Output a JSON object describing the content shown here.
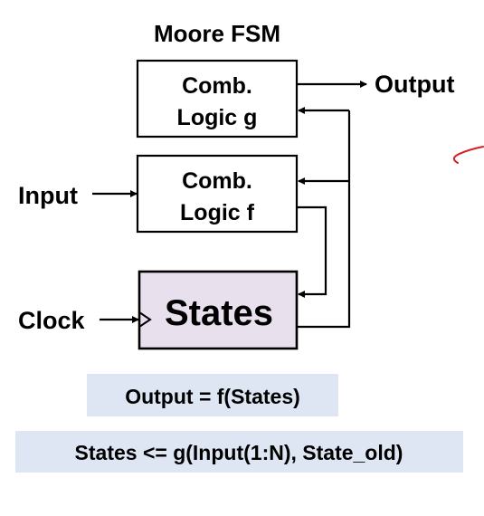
{
  "title": "Moore FSM",
  "blocks": {
    "logic_g": {
      "line1": "Comb.",
      "line2": "Logic g"
    },
    "logic_f": {
      "line1": "Comb.",
      "line2": "Logic f"
    },
    "states": {
      "label": "States"
    }
  },
  "signals": {
    "output": "Output",
    "input": "Input",
    "clock": "Clock"
  },
  "equations": {
    "output_eq": "Output = f(States)",
    "states_eq": "States <= g(Input(1:N), State_old)"
  },
  "colors": {
    "states_fill": "#e8e0ec",
    "equation_bg": "#dde6f2",
    "annotation_red": "#d42020"
  }
}
